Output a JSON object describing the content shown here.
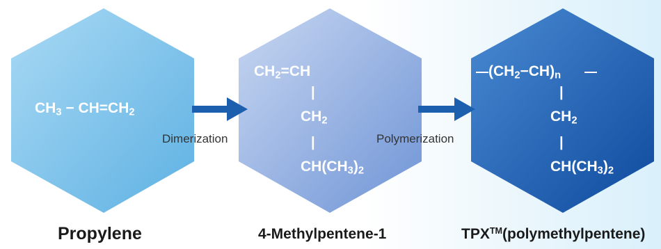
{
  "nodes": [
    {
      "caption": "Propylene",
      "formula_line": {
        "main": "CH",
        "sub": "3",
        "rest": " − CH=CH",
        "sub2": "2"
      }
    },
    {
      "caption": "4-Methylpentene-1",
      "formula_lines": [
        {
          "main": "CH",
          "sub": "2",
          "rest": "=CH"
        },
        {
          "main": "CH",
          "sub": "2"
        },
        {
          "main": "CH(CH",
          "sub": "3",
          "rest": ")",
          "sub2": "2"
        }
      ],
      "bond_glyph": "|"
    },
    {
      "caption_main": "TPX",
      "caption_mark": "TM",
      "caption_rest": "(polymethylpentene)",
      "formula_lines": [
        {
          "main": "(CH",
          "sub": "2",
          "rest": "−CH)",
          "sub2": "n"
        },
        {
          "main": "CH",
          "sub": "2"
        },
        {
          "main": "CH(CH",
          "sub": "3",
          "rest": ")",
          "sub2": "2"
        }
      ],
      "bond_glyph": "|"
    }
  ],
  "arrows": [
    {
      "label": "Dimerization"
    },
    {
      "label": "Polymerization"
    }
  ],
  "colors": {
    "hex1": "#7fc3ea",
    "hex2": "#96b3e2",
    "hex3": "#1f5fb5",
    "arrow": "#1b5fae",
    "caption": "#1a1a1a"
  }
}
